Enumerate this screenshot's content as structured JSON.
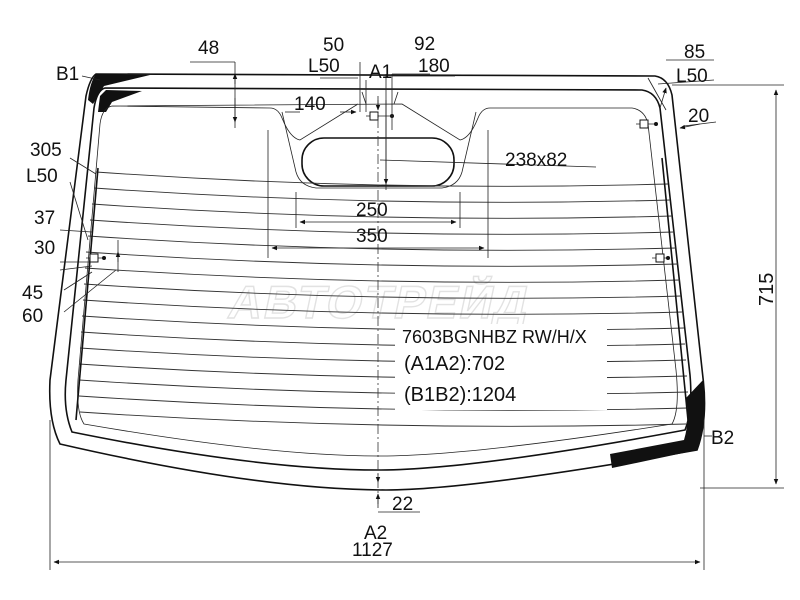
{
  "diagram": {
    "part_code": "7603BGNHBZ RW/H/X",
    "a1a2": "(A1A2):702",
    "b1b2": "(B1B2):1204",
    "watermark": "АВТОТРЕЙД",
    "points": {
      "a1": "A1",
      "a2": "A2",
      "b1": "B1",
      "b2": "B2"
    },
    "dims": {
      "d48": "48",
      "d50": "50",
      "d92": "92",
      "l50_top": "L50",
      "d180": "180",
      "d85": "85",
      "l50_right": "L50",
      "d20": "20",
      "d140": "140",
      "d238x82": "238x82",
      "d305": "305",
      "l50_left": "L50",
      "d250": "250",
      "d350": "350",
      "d37": "37",
      "d30": "30",
      "d45": "45",
      "d60": "60",
      "d715": "715",
      "d22": "22",
      "d1127": "1127"
    }
  }
}
